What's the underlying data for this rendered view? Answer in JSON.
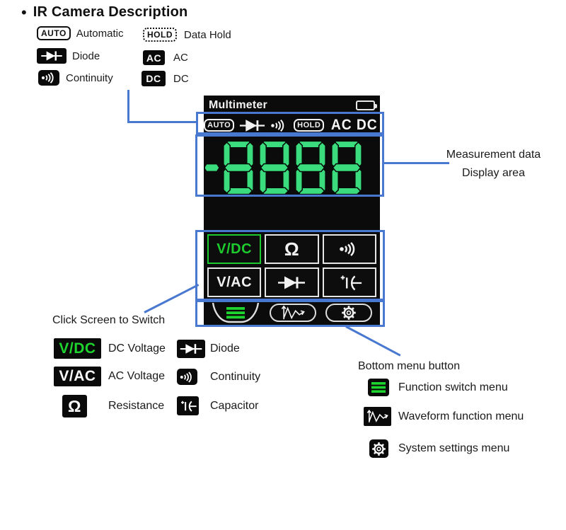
{
  "page": {
    "bullet": "•",
    "title": "IR Camera Description"
  },
  "colors": {
    "accent_blue": "#4878d0",
    "segment_green": "#3bdc7e",
    "ui_green": "#1ed42e",
    "battery_green": "#33cc33",
    "screen_black": "#0b0b0b"
  },
  "top_legend": {
    "auto_icon_text": "AUTO",
    "auto_label": "Automatic",
    "hold_icon_text": "HOLD",
    "hold_label": "Data Hold",
    "diode_label": "Diode",
    "ac_icon_text": "AC",
    "ac_label": "AC",
    "continuity_label": "Continuity",
    "dc_icon_text": "DC",
    "dc_label": "DC"
  },
  "screen": {
    "title": "Multimeter",
    "battery_level": "full",
    "status": {
      "auto": "AUTO",
      "hold": "HOLD",
      "acdc": "AC DC"
    },
    "display_value": "-8888",
    "buttons": {
      "vdc_label": "V/DC",
      "resistance_label": "Ω",
      "vac_label": "V/AC"
    }
  },
  "callouts": {
    "measurement_line1": "Measurement data",
    "measurement_line2": "Display area",
    "click_screen": "Click Screen to Switch",
    "bottom_menu_title": "Bottom menu button"
  },
  "bottom_left_legend": {
    "vdc_icon_text": "V/DC",
    "vdc_label": "DC Voltage",
    "diode_label": "Diode",
    "vac_icon_text": "V/AC",
    "vac_label": "AC Voltage",
    "continuity_label": "Continuity",
    "resistance_icon_text": "Ω",
    "resistance_label": "Resistance",
    "capacitor_label": "Capacitor"
  },
  "bottom_right_legend": {
    "function_label": "Function switch menu",
    "waveform_label": "Waveform function menu",
    "settings_label": "System settings menu"
  }
}
